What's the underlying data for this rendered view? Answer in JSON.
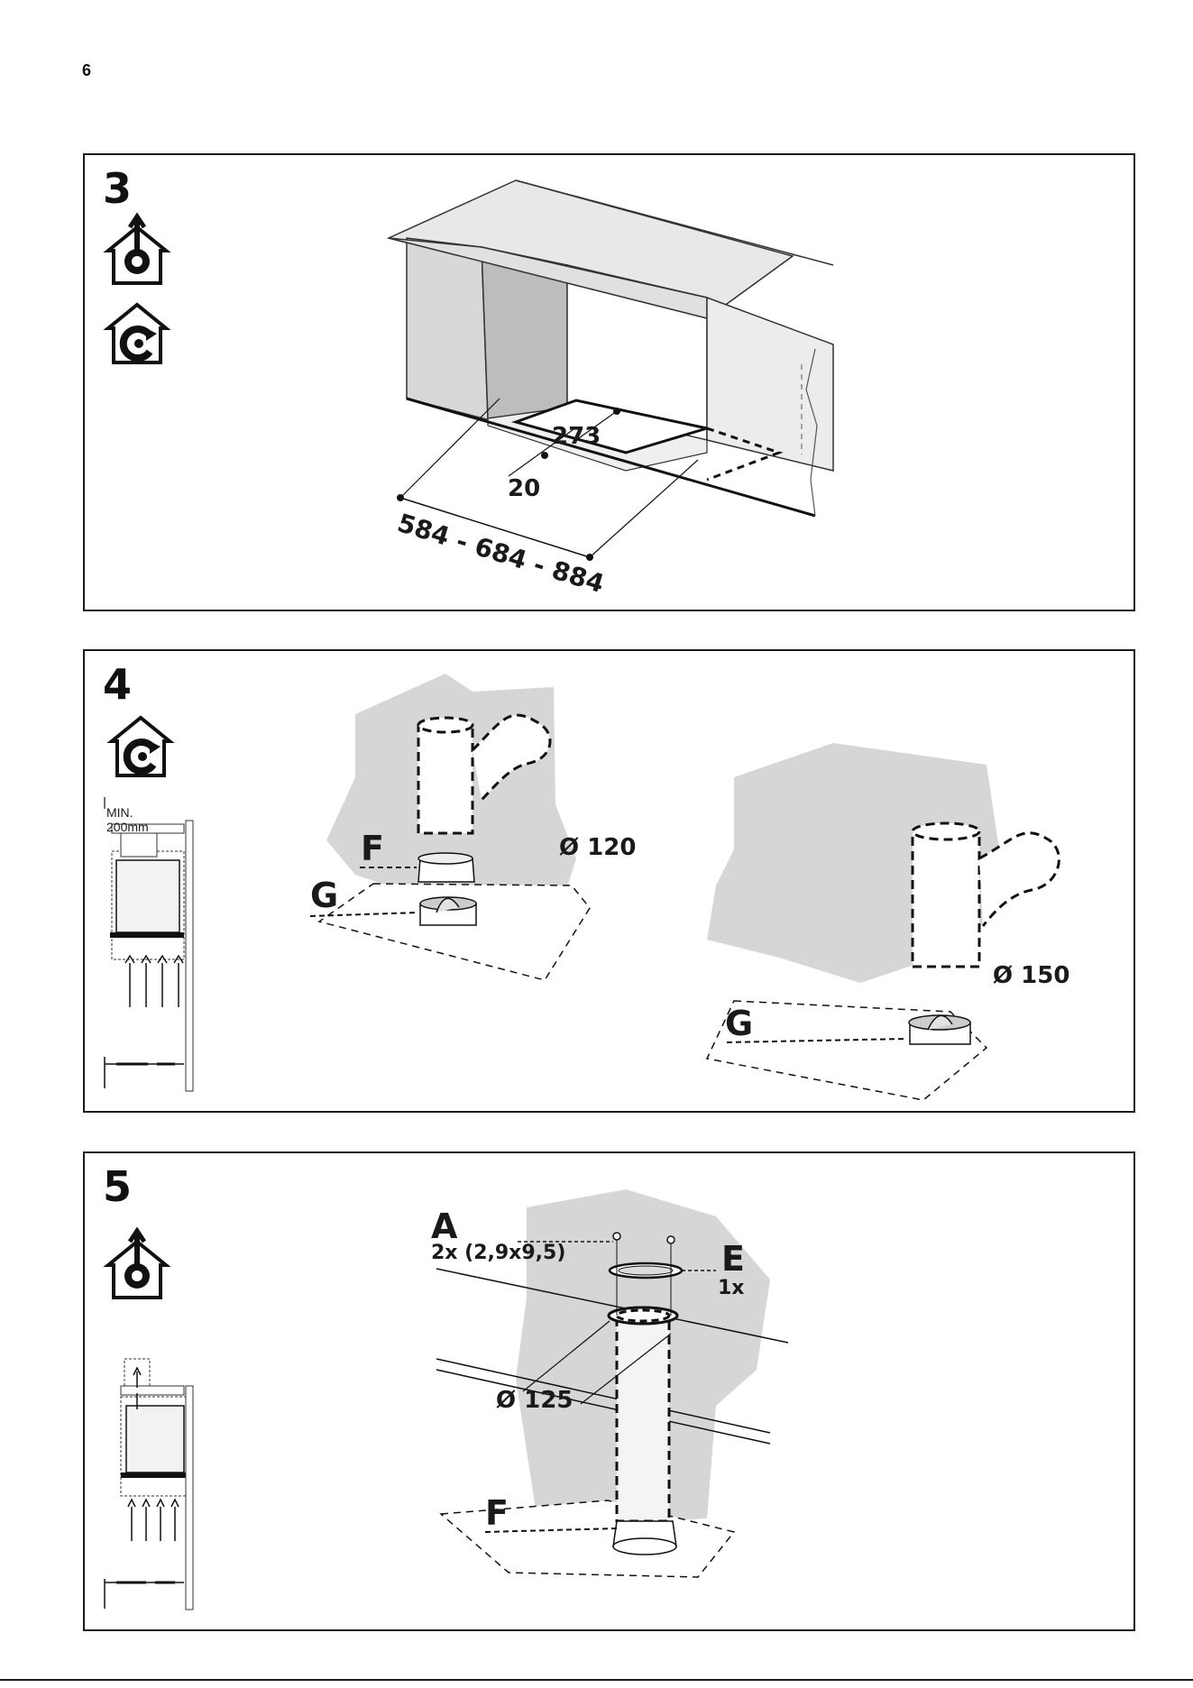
{
  "page_number": "6",
  "steps": [
    {
      "number": "3",
      "icons": [
        "duct-out-house-icon",
        "recirculation-house-icon"
      ],
      "dims": {
        "depth": "273",
        "offset": "20",
        "widths": "584 - 684 - 884"
      }
    },
    {
      "number": "4",
      "icons": [
        "recirculation-house-icon"
      ],
      "min_label": "MIN.",
      "min_value": "200mm",
      "left_diameter": "Ø 120",
      "right_diameter": "Ø 150",
      "part_f": "F",
      "part_g": "G",
      "part_g_right": "G"
    },
    {
      "number": "5",
      "icons": [
        "duct-out-house-icon"
      ],
      "part_a": "A",
      "part_a_spec": "2x (2,9x9,5)",
      "part_e": "E",
      "part_e_qty": "1x",
      "diameter": "Ø 125",
      "part_f": "F"
    }
  ]
}
